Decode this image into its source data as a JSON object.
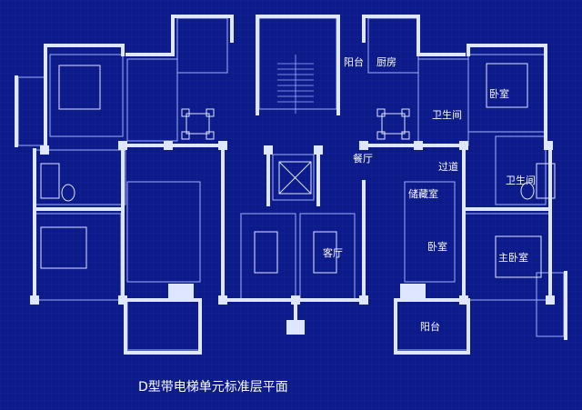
{
  "caption": "D型带电梯单元标准层平面",
  "labels": {
    "balcony_top": "阳台",
    "kitchen": "厨房",
    "bedroom_right_top": "卧室",
    "bathroom_right_a": "卫生间",
    "dining": "餐厅",
    "corridor": "过道",
    "bathroom_right_b": "卫生间",
    "storage": "储藏室",
    "living": "客厅",
    "bedroom_right_mid": "卧室",
    "master_bedroom": "主卧室",
    "balcony_bottom": "阳台"
  },
  "colors": {
    "background": "#0c1a8a",
    "wall": "#dfe6ff",
    "line": "#9fb0ff",
    "grid": "#1a2a9e"
  }
}
